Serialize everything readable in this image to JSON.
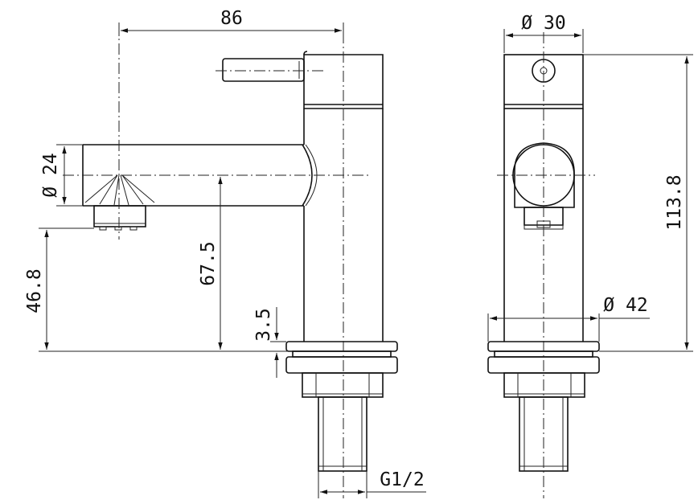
{
  "dimensions": {
    "width_total": "86",
    "diameter_top": "Ø 30",
    "diameter_spout": "Ø 24",
    "diameter_base": "Ø 42",
    "height_total": "113.8",
    "spout_height": "67.5",
    "aerator_height": "46.8",
    "base_offset": "3.5",
    "thread": "G1/2"
  },
  "colors": {
    "line": "#111111",
    "background": "#ffffff"
  }
}
